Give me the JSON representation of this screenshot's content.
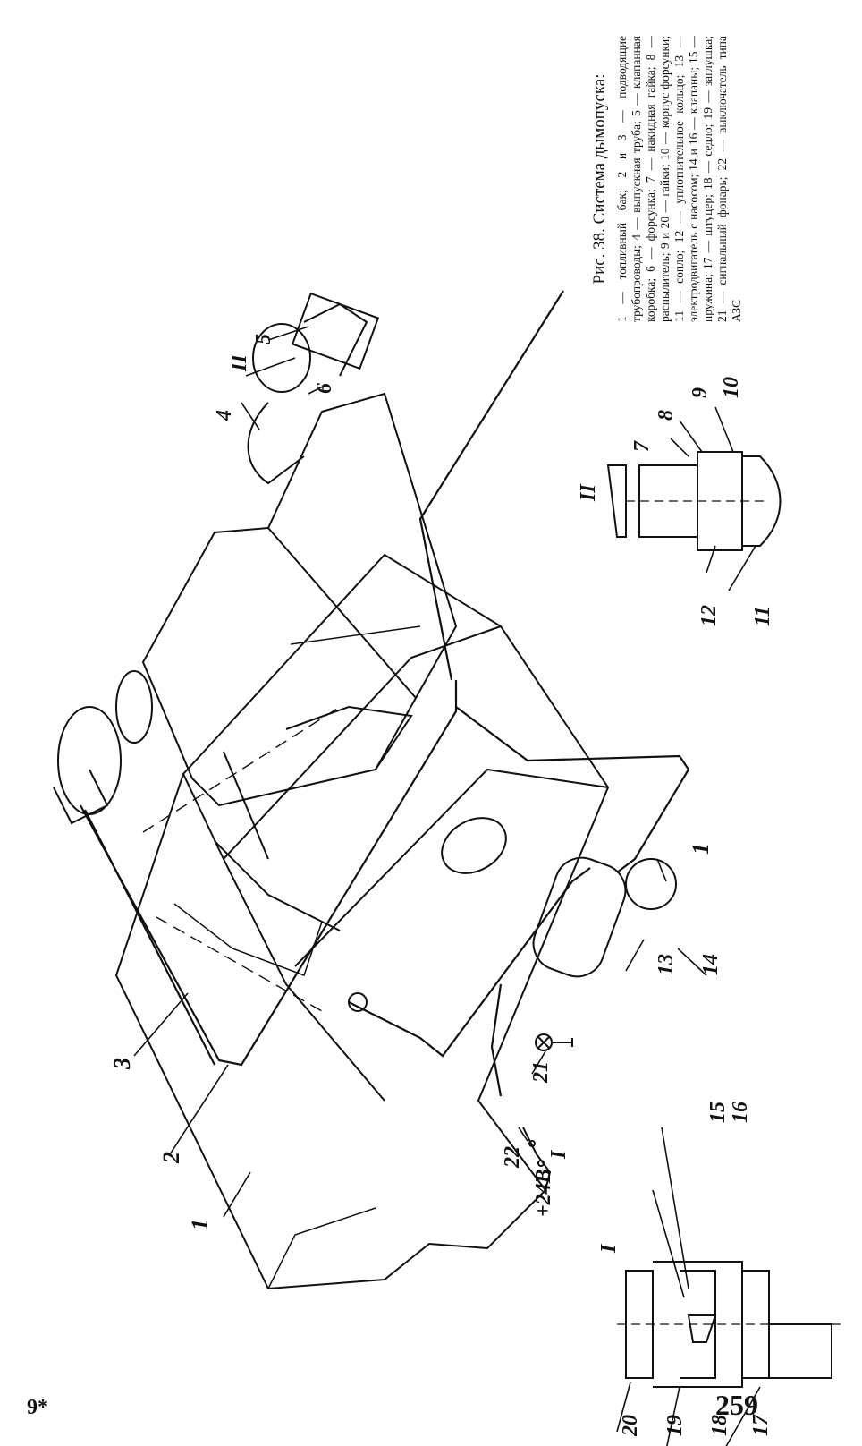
{
  "caption": {
    "title": "Рис. 38. Система дымопуска:",
    "body": "1 — топливный бак; 2 и 3 — подводящие трубопроводы; 4 — выпускная труба; 5 — клапанная коробка; 6 — форсунка; 7 — накидная гайка; 8 — распылитель; 9 и 20 — гайки; 10 — корпус форсунки; 11 — сопло; 12 — уплотнительное кольцо; 13 — электродвигатель с насосом; 14 и 16 — клапаны; 15 — пружина; 17 — штуцер; 18 — седло; 19 — заглушка; 21 — сигнальный фонарь; 22 — выключатель типа АЗС"
  },
  "labels": {
    "n1a": "1",
    "n1b": "1",
    "n2": "2",
    "n3": "3",
    "n4": "4",
    "n5": "5",
    "n6": "6",
    "n7": "7",
    "n8": "8",
    "n9": "9",
    "n10": "10",
    "n11": "11",
    "n12": "12",
    "n13": "13",
    "n14": "14",
    "n15": "15",
    "n16": "16",
    "n17": "17",
    "n18": "18",
    "n19": "19",
    "n20": "20",
    "n21": "21",
    "n22": "22",
    "sectionII_a": "II",
    "sectionII_b": "II",
    "sectionI_a": "I",
    "sectionI_b": "I",
    "voltage": "+24В"
  },
  "footer": {
    "folio": "9*",
    "page_number": "259"
  }
}
